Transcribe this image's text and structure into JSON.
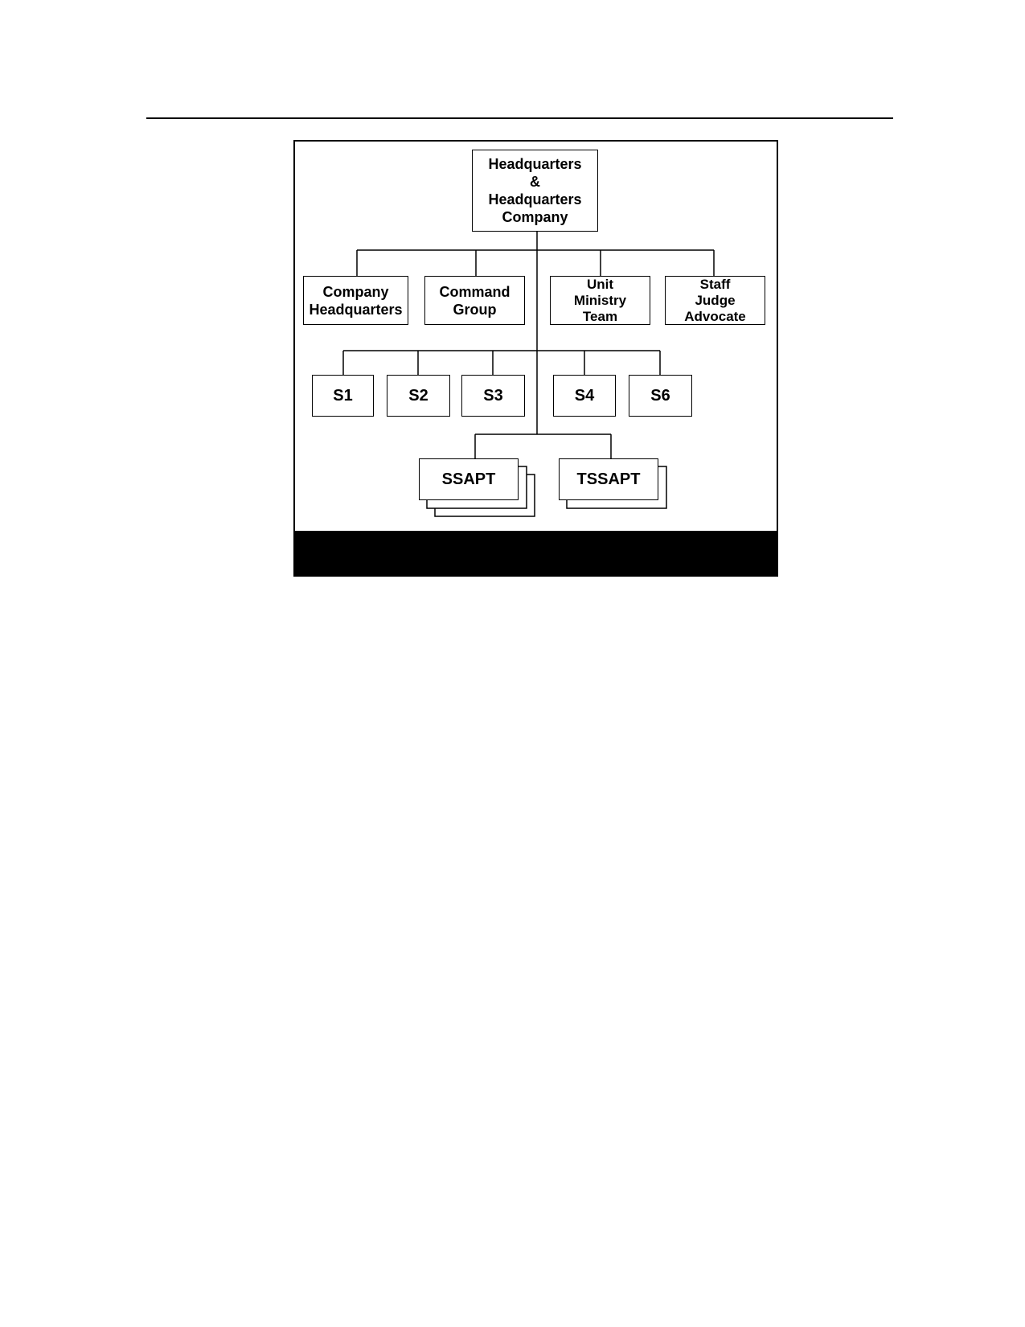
{
  "diagram": {
    "root": {
      "lines": [
        "Headquarters",
        "&",
        "Headquarters",
        "Company"
      ]
    },
    "tier1": [
      {
        "id": "company-headquarters",
        "lines": [
          "Company",
          "Headquarters"
        ]
      },
      {
        "id": "command-group",
        "lines": [
          "Command",
          "Group"
        ]
      },
      {
        "id": "unit-ministry-team",
        "lines": [
          "Unit",
          "Ministry",
          "Team"
        ]
      },
      {
        "id": "staff-judge-advocate",
        "lines": [
          "Staff",
          "Judge",
          "Advocate"
        ]
      }
    ],
    "tier2": [
      {
        "id": "s1",
        "label": "S1"
      },
      {
        "id": "s2",
        "label": "S2"
      },
      {
        "id": "s3",
        "label": "S3"
      },
      {
        "id": "s4",
        "label": "S4"
      },
      {
        "id": "s6",
        "label": "S6"
      }
    ],
    "tier3": [
      {
        "id": "ssapt",
        "label": "SSAPT",
        "stacked": 3
      },
      {
        "id": "tssapt",
        "label": "TSSAPT",
        "stacked": 2
      }
    ]
  }
}
